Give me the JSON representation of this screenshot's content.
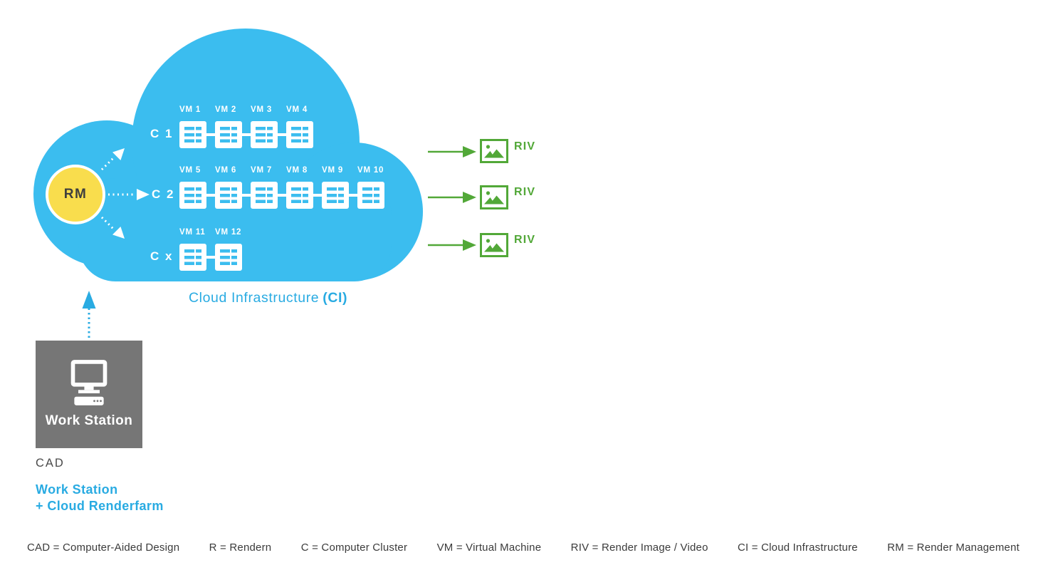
{
  "colors": {
    "cloud_blue": "#3BBDEF",
    "accent_blue": "#29ABE2",
    "rm_yellow": "#F9DD4D",
    "output_green": "#52A838",
    "workstation_gray": "#767676",
    "legend_text": "#3B3B3B"
  },
  "cloud": {
    "rm_label": "RM",
    "caption": {
      "regular": "Cloud Infrastructure",
      "bold": "(CI)"
    },
    "clusters": [
      {
        "label": "C 1",
        "vms": [
          "VM 1",
          "VM 2",
          "VM 3",
          "VM 4"
        ]
      },
      {
        "label": "C 2",
        "vms": [
          "VM 5",
          "VM 6",
          "VM 7",
          "VM 8",
          "VM 9",
          "VM 10"
        ]
      },
      {
        "label": "C x",
        "vms": [
          "VM 11",
          "VM 12"
        ]
      }
    ]
  },
  "outputs": [
    "RIV",
    "RIV",
    "RIV"
  ],
  "workstation": {
    "box_label": "Work Station",
    "cad_label": "CAD",
    "caption_line1": "Work Station",
    "caption_line2": "+ Cloud Renderfarm"
  },
  "legend": [
    "CAD = Computer-Aided Design",
    "R = Rendern",
    "C = Computer Cluster",
    "VM = Virtual Machine",
    "RIV = Render Image / Video",
    "CI = Cloud Infrastructure",
    "RM = Render Management"
  ]
}
